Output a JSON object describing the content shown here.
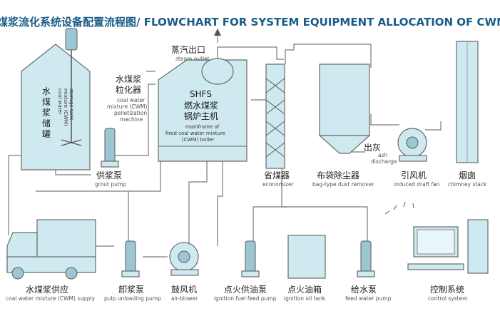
{
  "title": "煤浆流化系统设备配置流程图/ FLOWCHART FOR SYSTEM EQUIPMENT ALLOCATION OF CWM FLUIDIZAT",
  "colors": {
    "title": "#1a5c88",
    "equipment_fill": "#cfe9f0",
    "outline": "#6a6a6a",
    "pipe": "#7a7a7a"
  },
  "storage_tank": {
    "cn": [
      "水",
      "煤",
      "浆",
      "储",
      "罐"
    ],
    "en": [
      "coal water",
      "mixture (CWM)",
      "storage tank"
    ]
  },
  "pelletizer": {
    "cn": [
      "水煤浆",
      "粒化器"
    ],
    "en": [
      "coal water",
      "mixture (CWM)",
      "pelletization",
      "machine"
    ]
  },
  "boiler": {
    "code": "SHFS",
    "cn": [
      "燃水煤浆",
      "锅炉主机"
    ],
    "en": [
      "mainframe of",
      "fired coal water mixture",
      "(CWM) boiler"
    ]
  },
  "steam_outlet": {
    "cn": "蒸汽出口",
    "en": "steam outlet"
  },
  "ash_discharge": {
    "cn": "出灰",
    "en": [
      "ash",
      "discharge"
    ]
  },
  "labels": {
    "grout_pump": {
      "cn": "供浆泵",
      "en": "grout pump"
    },
    "economizer": {
      "cn": "省煤器",
      "en": "economizer"
    },
    "dust_remover": {
      "cn": "布袋除尘器",
      "en": "bag-type dust remover"
    },
    "draft_fan": {
      "cn": "引风机",
      "en": "induced draft fan"
    },
    "chimney": {
      "cn": "烟囱",
      "en": "chimney stack"
    },
    "cwm_supply": {
      "cn": "水煤浆供应",
      "en": "coal water mixture (CWM) supply"
    },
    "unloading_pump": {
      "cn": "卸浆泵",
      "en": "pulp unloading pump"
    },
    "air_blower": {
      "cn": "鼓风机",
      "en": "air-blower"
    },
    "fuel_pump": {
      "cn": "点火供油泵",
      "en": "ignition fuel feed pump"
    },
    "oil_tank": {
      "cn": "点火油箱",
      "en": "ignition oil tank"
    },
    "feed_pump": {
      "cn": "给水泵",
      "en": "feed water pump"
    },
    "control": {
      "cn": "控制系统",
      "en": "control system"
    }
  }
}
